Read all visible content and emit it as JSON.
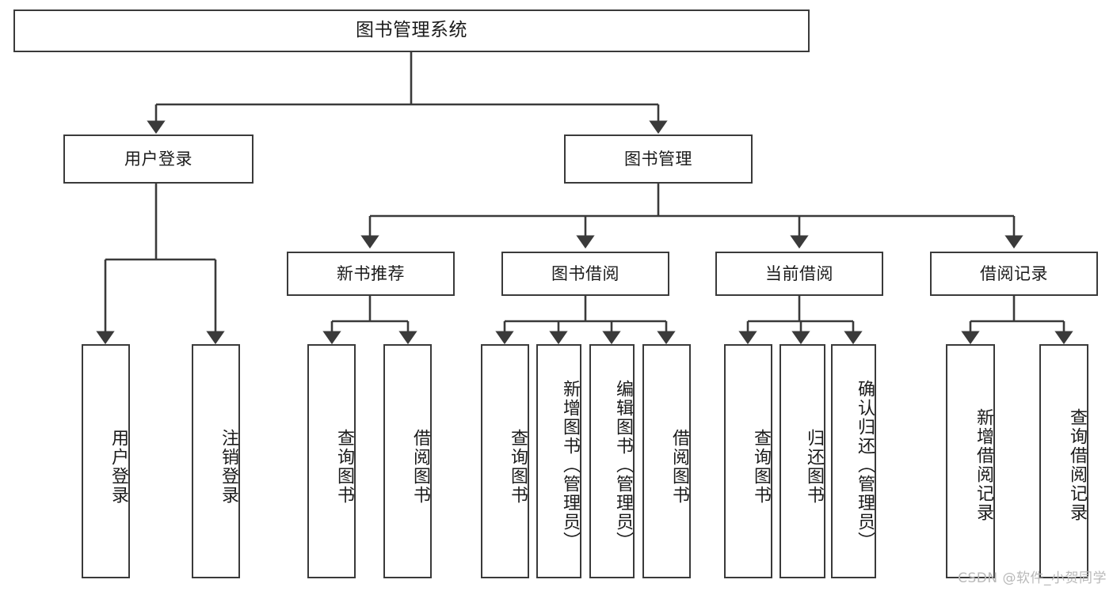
{
  "diagram": {
    "title": "图书管理系统",
    "type": "hierarchy-tree",
    "root": {
      "id": "root",
      "label": "图书管理系统",
      "orientation": "horizontal"
    },
    "level1": [
      {
        "id": "user-login",
        "label": "用户登录",
        "orientation": "horizontal"
      },
      {
        "id": "book-manage",
        "label": "图书管理",
        "orientation": "horizontal"
      }
    ],
    "level2": [
      {
        "id": "new-book-recommend",
        "label": "新书推荐",
        "parent": "book-manage",
        "orientation": "horizontal"
      },
      {
        "id": "book-borrow",
        "label": "图书借阅",
        "parent": "book-manage",
        "orientation": "horizontal"
      },
      {
        "id": "current-borrow",
        "label": "当前借阅",
        "parent": "book-manage",
        "orientation": "horizontal"
      },
      {
        "id": "borrow-record",
        "label": "借阅记录",
        "parent": "book-manage",
        "orientation": "horizontal"
      }
    ],
    "leaves": [
      {
        "id": "leaf-user-login",
        "label": "用户登录",
        "parent": "user-login",
        "orientation": "vertical"
      },
      {
        "id": "leaf-user-logout",
        "label": "注销登录",
        "parent": "user-login",
        "orientation": "vertical"
      },
      {
        "id": "leaf-query-book-1",
        "label": "查询图书",
        "parent": "new-book-recommend",
        "orientation": "vertical"
      },
      {
        "id": "leaf-borrow-book-1",
        "label": "借阅图书",
        "parent": "new-book-recommend",
        "orientation": "vertical"
      },
      {
        "id": "leaf-query-book-2",
        "label": "查询图书",
        "parent": "book-borrow",
        "orientation": "vertical"
      },
      {
        "id": "leaf-add-book",
        "label": "新增图书（管理员）",
        "parent": "book-borrow",
        "orientation": "vertical"
      },
      {
        "id": "leaf-edit-book",
        "label": "编辑图书（管理员）",
        "parent": "book-borrow",
        "orientation": "vertical"
      },
      {
        "id": "leaf-borrow-book-2",
        "label": "借阅图书",
        "parent": "book-borrow",
        "orientation": "vertical"
      },
      {
        "id": "leaf-query-book-3",
        "label": "查询图书",
        "parent": "current-borrow",
        "orientation": "vertical"
      },
      {
        "id": "leaf-return-book",
        "label": "归还图书",
        "parent": "current-borrow",
        "orientation": "vertical"
      },
      {
        "id": "leaf-confirm-return",
        "label": "确认归还（管理员）",
        "parent": "current-borrow",
        "orientation": "vertical"
      },
      {
        "id": "leaf-add-record",
        "label": "新增借阅记录",
        "parent": "borrow-record",
        "orientation": "vertical"
      },
      {
        "id": "leaf-query-record",
        "label": "查询借阅记录",
        "parent": "borrow-record",
        "orientation": "vertical"
      }
    ],
    "watermark": "CSDN @软件_小贺同学",
    "colors": {
      "border": "#3a3a3a",
      "background": "#ffffff",
      "text": "#1b1b1b",
      "watermark": "#b9b9b9"
    }
  }
}
